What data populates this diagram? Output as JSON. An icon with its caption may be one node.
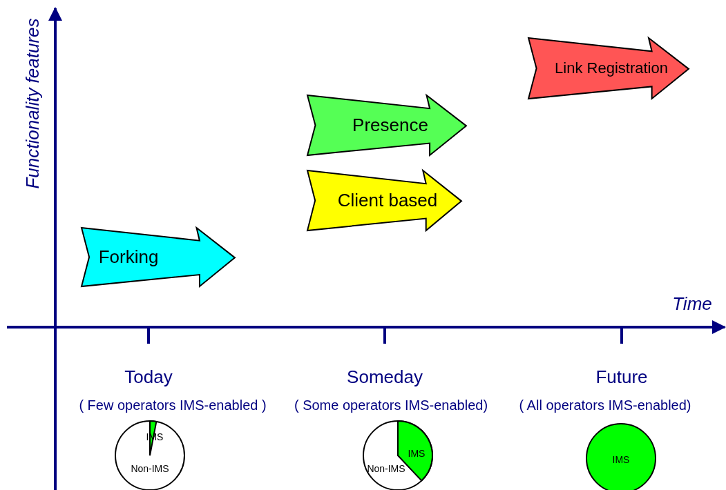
{
  "diagram": {
    "nodes": [
      {
        "text": [
          "Forking"
        ]
      },
      {
        "text": [
          "Presence"
        ]
      },
      {
        "text": [
          "Client based"
        ]
      },
      {
        "text": [
          "Link Registration"
        ]
      },
      {
        "text": [
          "IMS",
          "Non-IMS"
        ]
      },
      {
        "text": [
          "IMS",
          "Non-IMS"
        ]
      },
      {
        "text": [
          "IMS"
        ]
      }
    ],
    "edges": [],
    "labels": [
      "Functionality features",
      "Time",
      "Today",
      "( Few operators IMS-enabled )",
      "Someday",
      "( Some operators IMS-enabled)",
      "Future",
      "( All operators IMS-enabled)"
    ]
  }
}
